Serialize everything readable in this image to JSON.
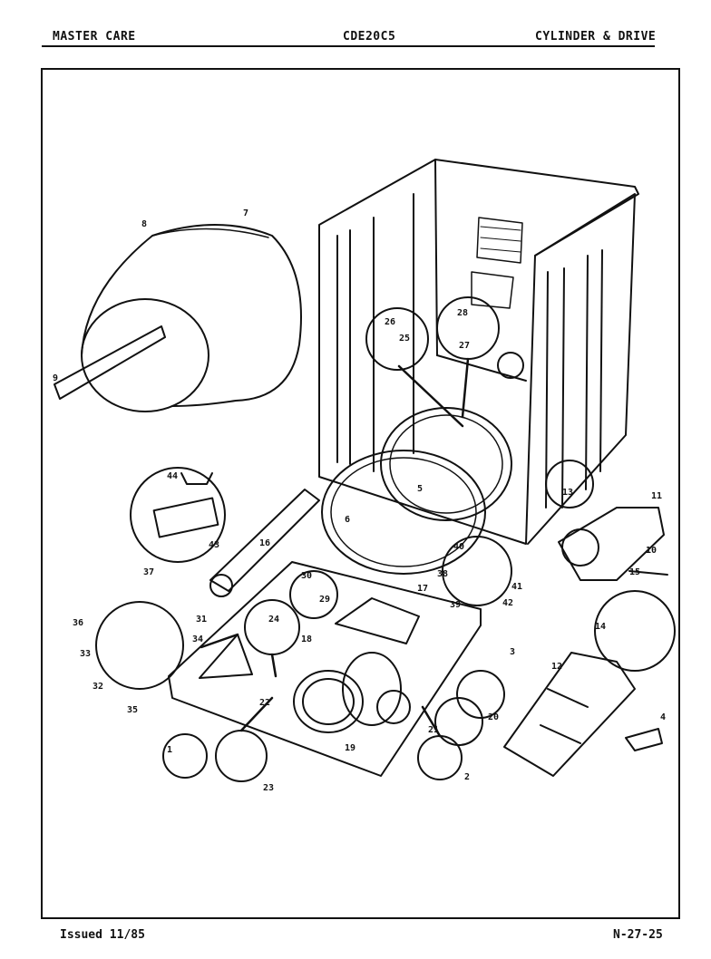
{
  "header": {
    "left": "MASTER CARE",
    "center": "CDE20C5",
    "right": "CYLINDER & DRIVE"
  },
  "footer": {
    "left": "Issued 11/85",
    "right": "N-27-25"
  },
  "callouts": [
    "1",
    "2",
    "3",
    "4",
    "5",
    "6",
    "7",
    "8",
    "9",
    "10",
    "11",
    "12",
    "13",
    "14",
    "15",
    "16",
    "17",
    "18",
    "19",
    "20",
    "21",
    "22",
    "23",
    "24",
    "25",
    "26",
    "27",
    "28",
    "29",
    "30",
    "31",
    "32",
    "33",
    "34",
    "35",
    "36",
    "37",
    "38",
    "39",
    "40",
    "41",
    "42",
    "43",
    "44"
  ]
}
